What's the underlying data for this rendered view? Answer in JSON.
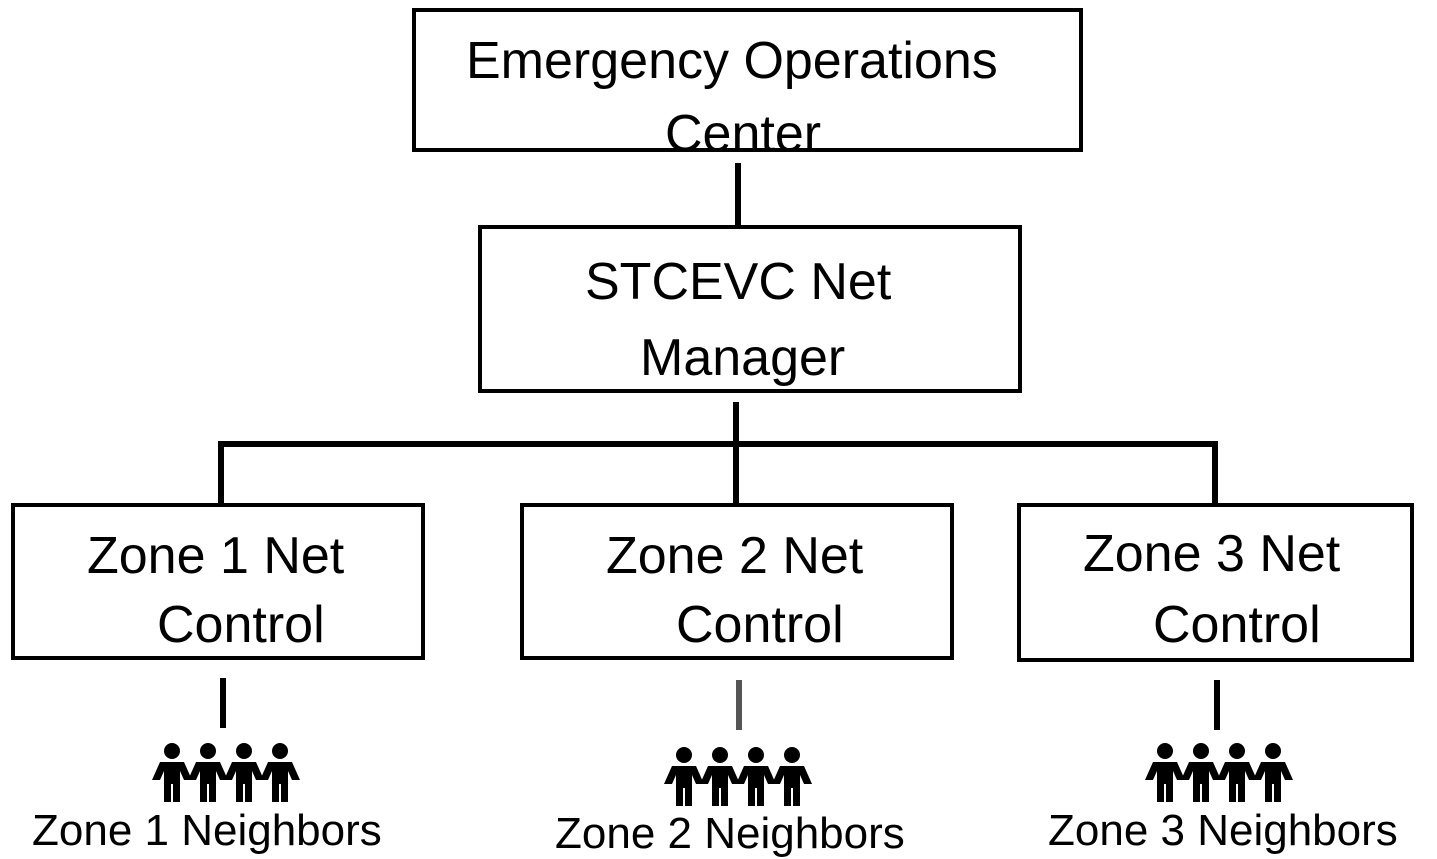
{
  "diagram": {
    "top": {
      "line1": "Emergency  Operations",
      "line2": "Center"
    },
    "manager": {
      "line1": "STCEVC Net",
      "line2": "Manager"
    },
    "zones": [
      {
        "line1": "Zone 1 Net",
        "line2": "Control",
        "neighbors": "Zone 1 Neighbors"
      },
      {
        "line1": "Zone 2 Net",
        "line2": "Control",
        "neighbors": "Zone 2 Neighbors"
      },
      {
        "line1": "Zone 3 Net",
        "line2": "Control",
        "neighbors": "Zone 3 Neighbors"
      }
    ],
    "icon": "people-group-icon"
  }
}
